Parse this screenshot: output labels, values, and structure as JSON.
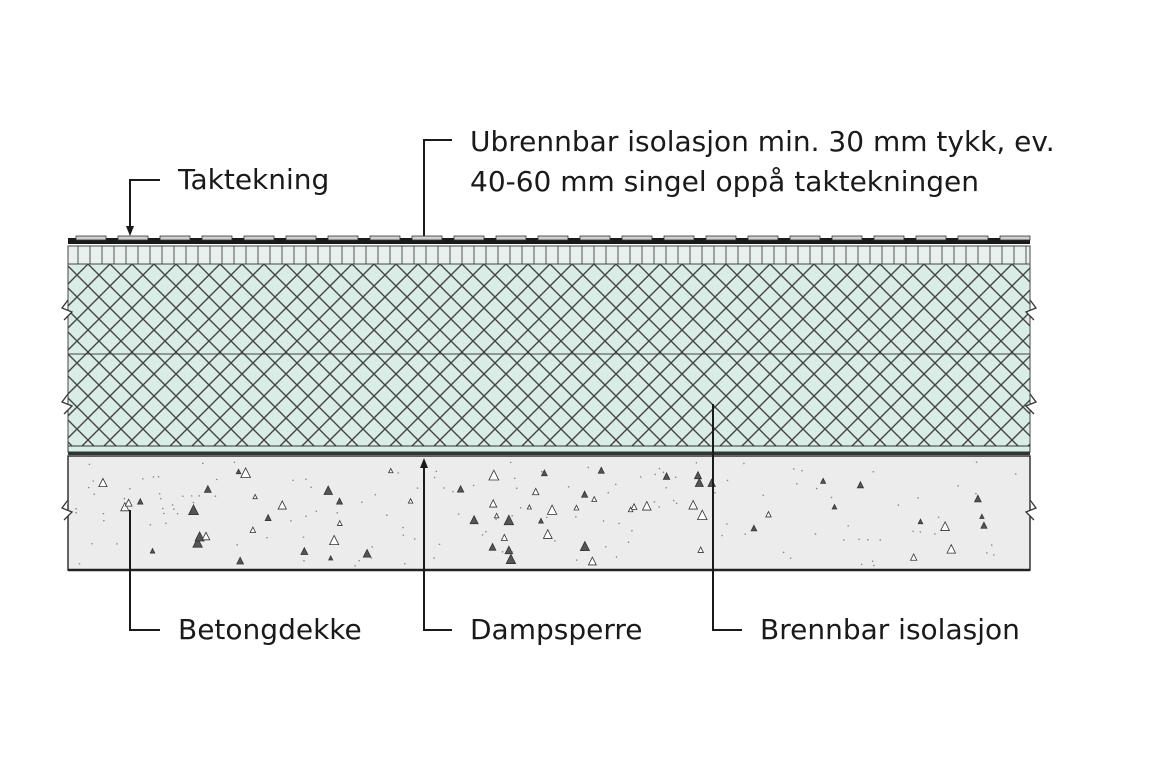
{
  "labels": {
    "taktekning": "Taktekning",
    "ubrennbar_line1": "Ubrennbar isolasjon min. 30 mm tykk, ev.",
    "ubrennbar_line2": "40-60 mm singel oppå taktekningen",
    "betongdekke": "Betongdekke",
    "dampsperre": "Dampsperre",
    "brennbar": "Brennbar isolasjon"
  },
  "colors": {
    "insulation_fill": "#d9ede6",
    "concrete_fill": "#ececec",
    "ink": "#1a1a1a"
  }
}
